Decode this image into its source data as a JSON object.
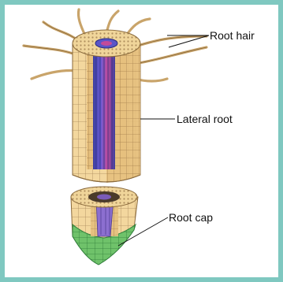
{
  "labels": {
    "root_hair": "Root hair",
    "lateral_root": "Lateral root",
    "root_cap": "Root cap"
  }
}
